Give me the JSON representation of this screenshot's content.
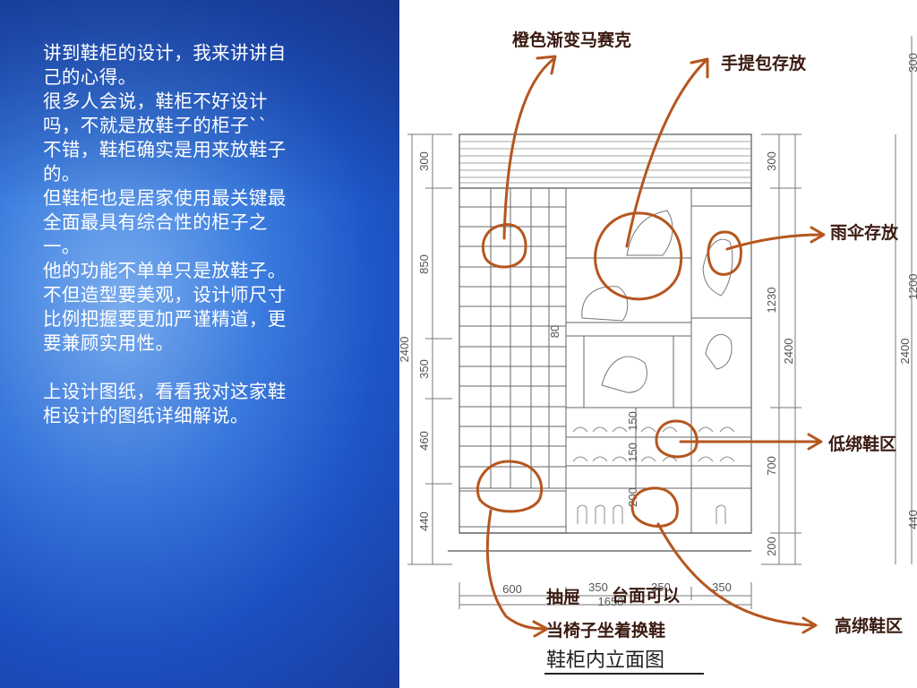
{
  "left_text": {
    "p1": "讲到鞋柜的设计，我来讲讲自己的心得。",
    "p2": "很多人会说，鞋柜不好设计吗，不就是放鞋子的柜子``",
    "p3": "不错，鞋柜确实是用来放鞋子的。",
    "p4": "但鞋柜也是居家使用最关键最全面最具有综合性的柜子之一。",
    "p5": "他的功能不单单只是放鞋子。",
    "p6": "不但造型要美观，设计师尺寸比例把握要更加严谨精道，更要兼顾实用性。",
    "p7": "上设计图纸，看看我对这家鞋柜设计的图纸详细解说。"
  },
  "annotations": {
    "orange_mosaic": "橙色渐变马赛克",
    "handbag": "手提包存放",
    "umbrella": "雨伞存放",
    "low_shoes": "低绑鞋区",
    "drawer": "抽屉",
    "countertop": "台面可以",
    "seat": "当椅子坐着换鞋",
    "high_shoes": "高绑鞋区"
  },
  "drawing_title": "鞋柜内立面图",
  "dimensions": {
    "left": [
      "300",
      "850",
      "350",
      "460",
      "440"
    ],
    "left_total": "2400",
    "right_a": [
      "300",
      "1230",
      "700",
      "200"
    ],
    "right_a_total": "2400",
    "right_b_total": "2400",
    "right_b_top": "300",
    "right_b_mid": "1200",
    "right_b_bottom": "440",
    "bottom": [
      "600",
      "350",
      "350",
      "350"
    ],
    "bottom_total": "1650",
    "inner": [
      "150",
      "150",
      "200"
    ],
    "label_80": "80"
  },
  "colors": {
    "annotation": "#b5561f",
    "line": "#444444"
  }
}
